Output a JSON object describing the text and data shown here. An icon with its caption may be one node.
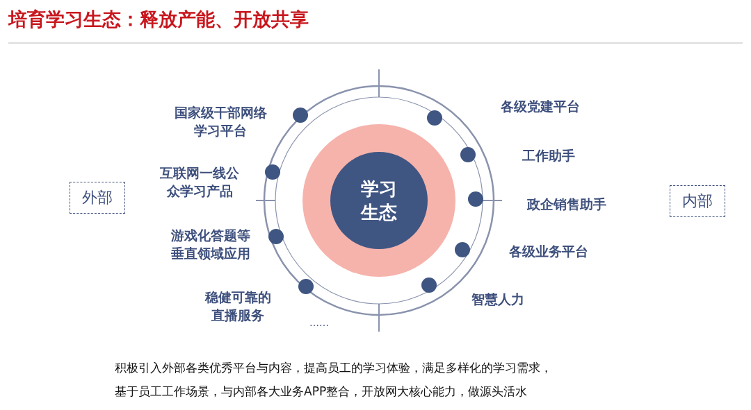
{
  "diagram": {
    "title": "培育学习生态：释放产能、开放共享",
    "nodes": [
      {
        "text": [
          "外部"
        ]
      },
      {
        "text": [
          "学习生态"
        ]
      },
      {
        "text": [
          "内部"
        ]
      }
    ],
    "labels": [
      "国家级干部网络学习平台",
      "各级党建平台",
      "工作助手",
      "互联网一线公众学习产品",
      "政企销售助手",
      "游戏化答题等垂直领域应用",
      "各级业务平台",
      "稳健可靠的直播服务",
      "智慧人力",
      "……",
      "积极引入外部各类优秀平台与内容，提高员工的学习体验，满足多样化的学习需求，",
      "基于员工工作场景，与内部各大业务APP整合，开放网大核心能力，做源头活水"
    ]
  }
}
